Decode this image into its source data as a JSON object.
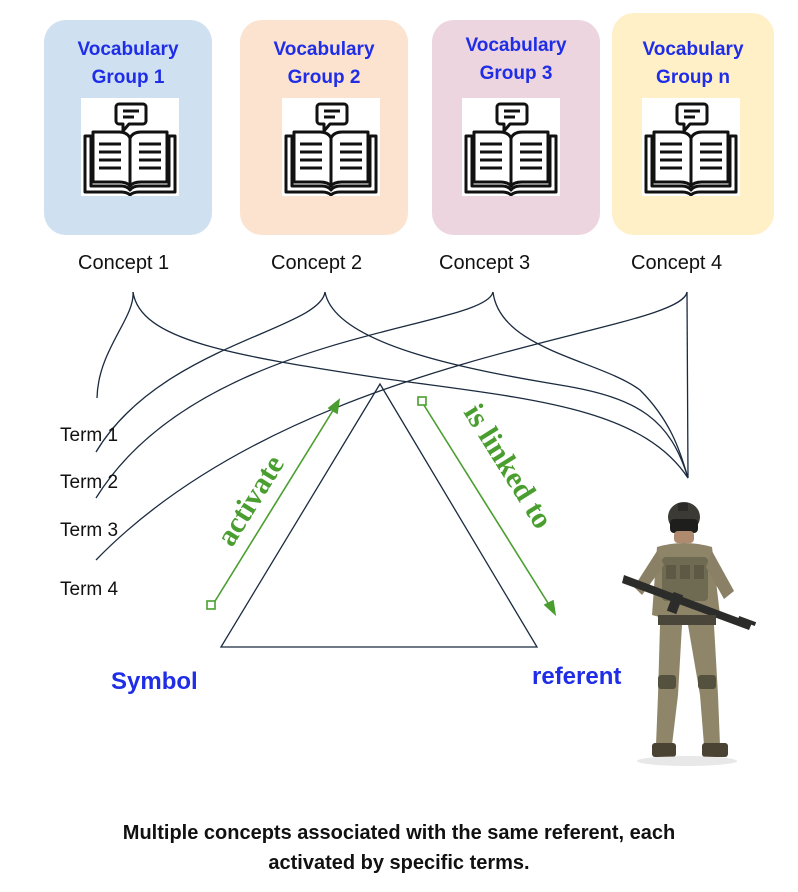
{
  "groups": [
    {
      "title_line1": "Vocabulary",
      "title_line2": "Group 1",
      "color": "#cfe0f1"
    },
    {
      "title_line1": "Vocabulary",
      "title_line2": "Group 2",
      "color": "#fbe3cf"
    },
    {
      "title_line1": "Vocabulary",
      "title_line2": "Group 3",
      "color": "#ecd5df"
    },
    {
      "title_line1": "Vocabulary",
      "title_line2": "Group n",
      "color": "#fff0c8"
    }
  ],
  "concepts": [
    "Concept 1",
    "Concept 2",
    "Concept 3",
    "Concept 4"
  ],
  "terms": [
    "Term 1",
    "Term 2",
    "Term 3",
    "Term 4"
  ],
  "arrows": {
    "activate": "activate",
    "linked": "is linked to",
    "color": "#4a9e2f"
  },
  "triangle": {
    "symbol": "Symbol",
    "referent": "referent"
  },
  "caption_line1": "Multiple concepts associated with the same referent, each",
  "caption_line2": "activated by specific terms.",
  "icons": {
    "group": "book-speech-icon",
    "referent": "soldier-figure"
  }
}
